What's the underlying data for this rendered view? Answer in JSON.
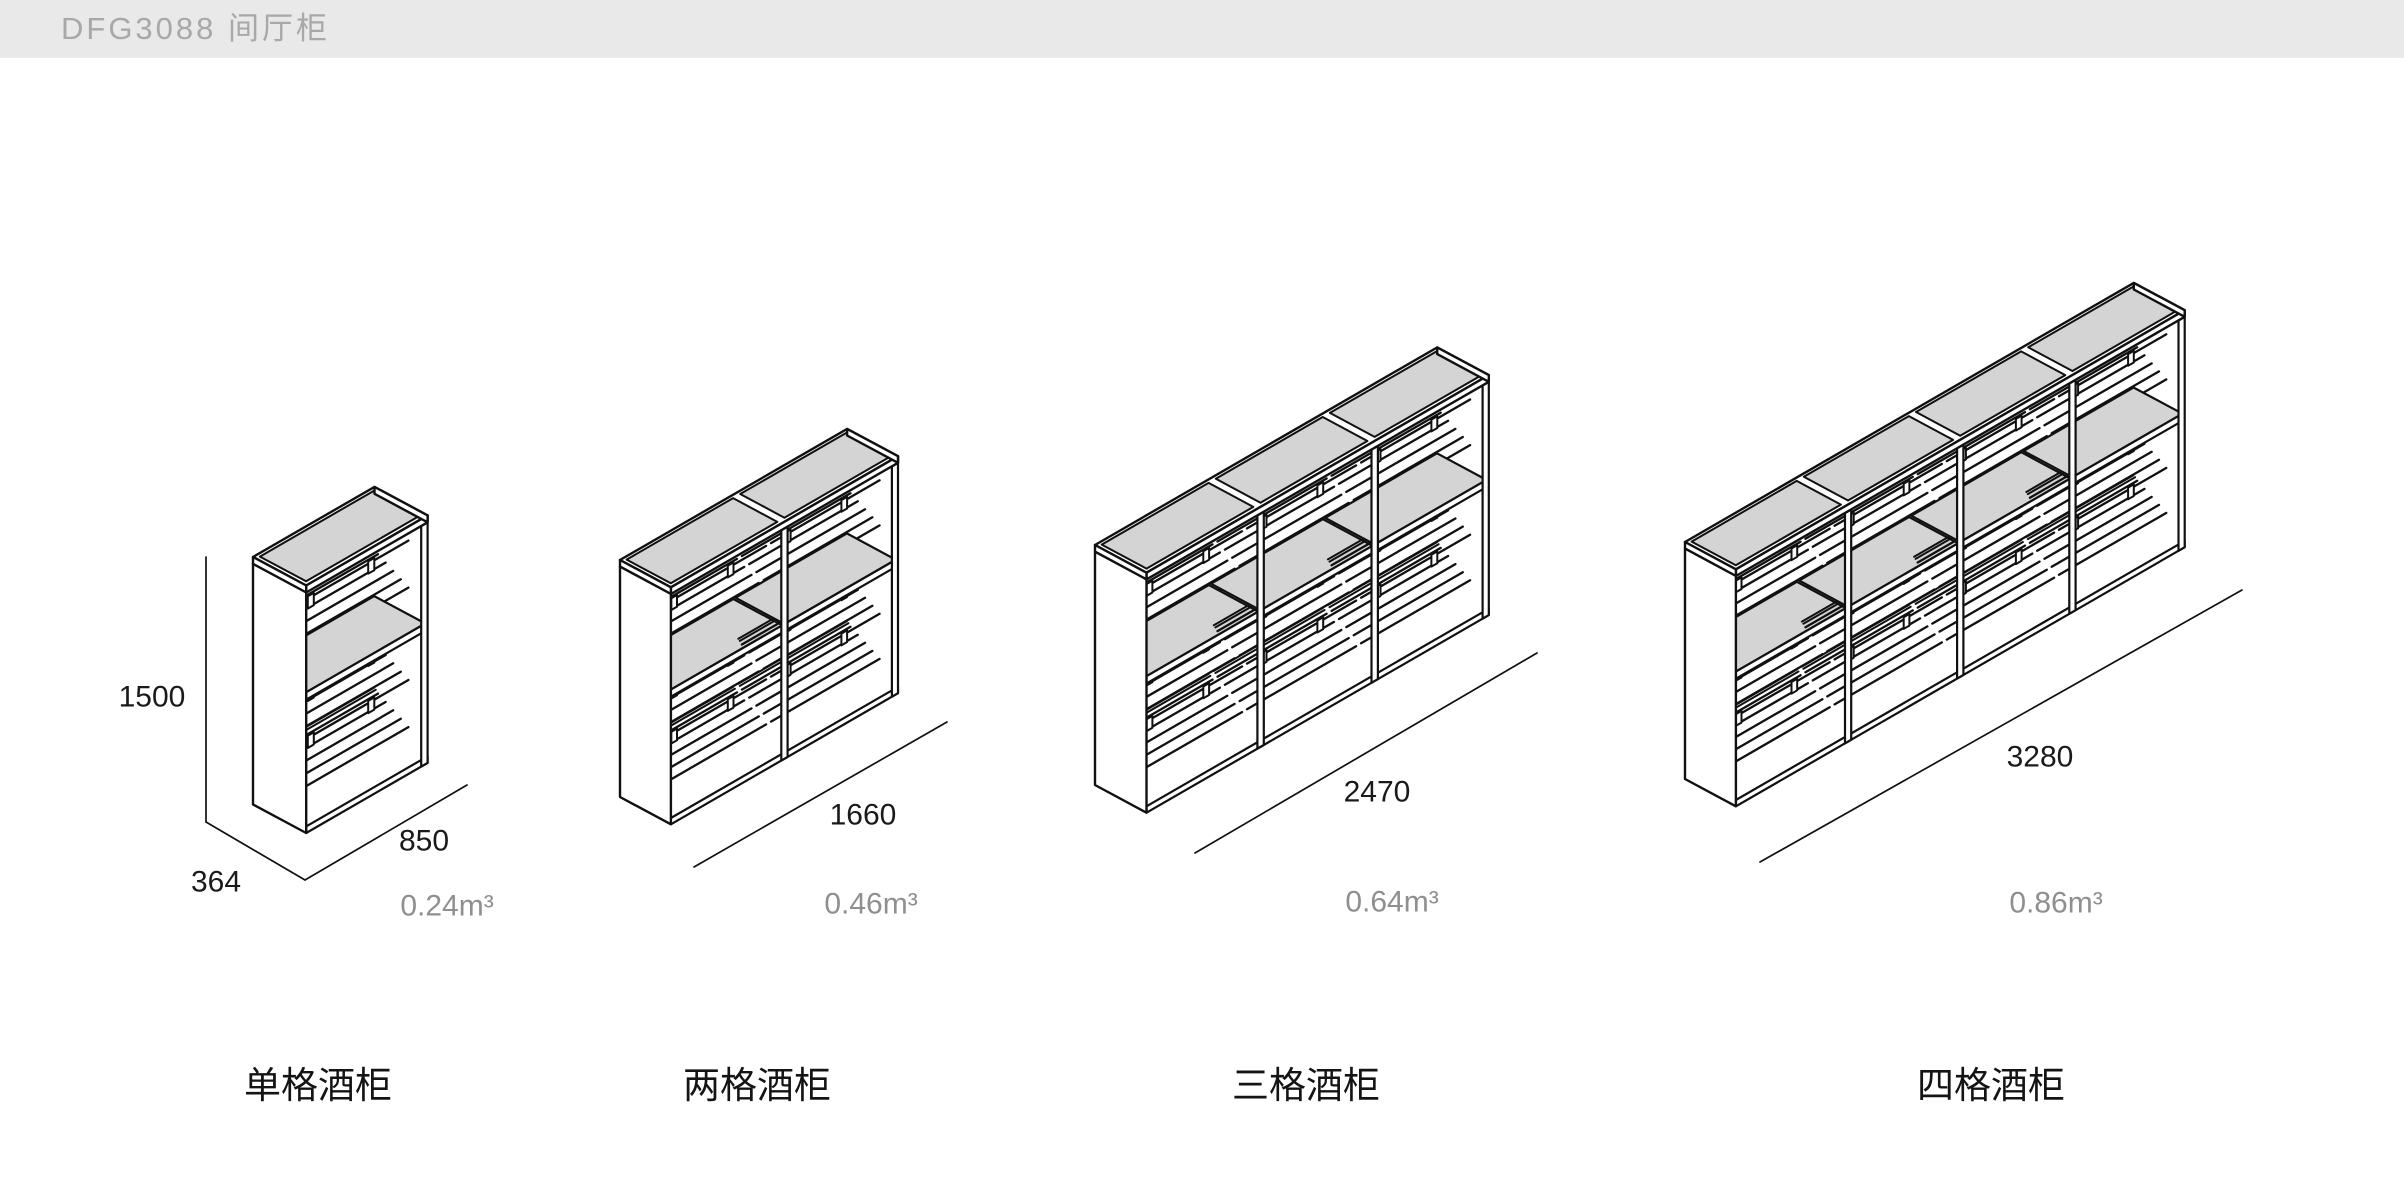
{
  "header": {
    "title": "DFG3088 间厅柜"
  },
  "colors": {
    "header_bg": "#e9e9e9",
    "header_text": "#a8a8a8",
    "line": "#111111",
    "panel_fill": "#d4d4d4",
    "dim_text": "#1a1a1a",
    "volume_text": "#8f8f8f",
    "label_text": "#141414"
  },
  "units_note": "mm",
  "cabinets": [
    {
      "name": "单格酒柜",
      "sections": 1,
      "width_mm": 850,
      "depth_mm": 364,
      "height_mm": 1500,
      "width_label": "850",
      "depth_label": "364",
      "height_label": "1500",
      "volume_label": "0.24m³"
    },
    {
      "name": "两格酒柜",
      "sections": 2,
      "width_mm": 1660,
      "width_label": "1660",
      "volume_label": "0.46m³"
    },
    {
      "name": "三格酒柜",
      "sections": 3,
      "width_mm": 2470,
      "width_label": "2470",
      "volume_label": "0.64m³"
    },
    {
      "name": "四格酒柜",
      "sections": 4,
      "width_mm": 3280,
      "width_label": "3280",
      "volume_label": "0.86m³"
    }
  ]
}
